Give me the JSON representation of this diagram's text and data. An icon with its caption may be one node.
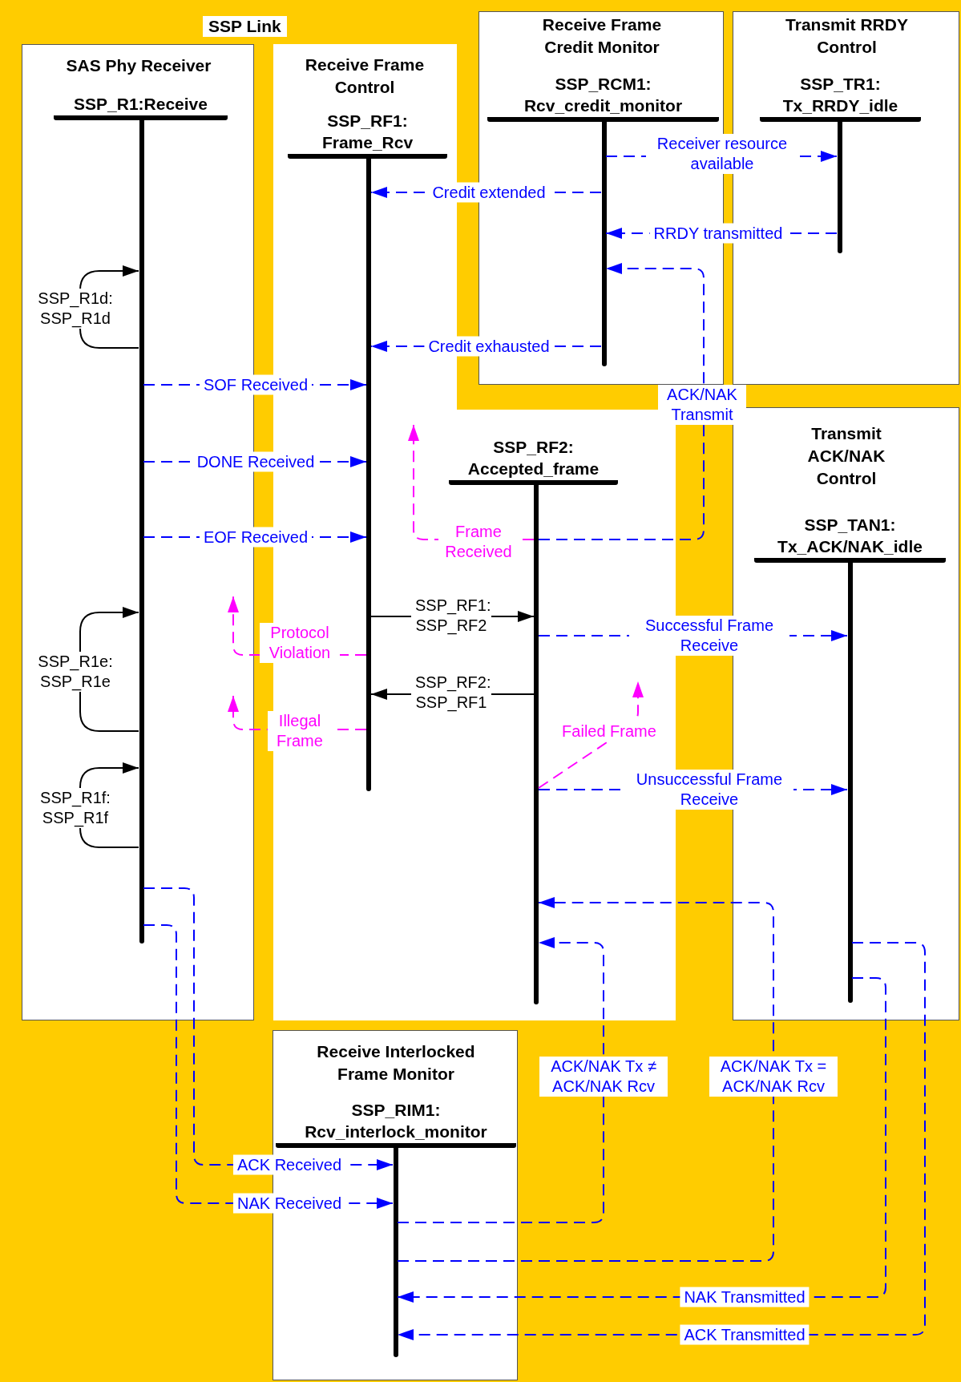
{
  "diagram": {
    "nodes": [
      {
        "text": [
          "SSP Link"
        ]
      },
      {
        "text": [
          "SAS Phy Receiver"
        ],
        "in": 0
      },
      {
        "text": [],
        "shape": "bar",
        "beside": [
          "SSP_R1:Receive"
        ],
        "in": 1
      },
      {
        "text": [
          "Receive Frame Control"
        ],
        "in": 0
      },
      {
        "text": [],
        "shape": "bar",
        "beside": [
          "SSP_RF1: Frame_Rcv"
        ],
        "in": 3
      },
      {
        "text": [],
        "shape": "bar",
        "beside": [
          "SSP_RF2: Accepted_frame"
        ],
        "in": 3
      },
      {
        "text": [
          "Receive Frame Credit Monitor"
        ],
        "in": 0
      },
      {
        "text": [],
        "shape": "bar",
        "beside": [
          "SSP_RCM1: Rcv_credit_monitor"
        ],
        "in": 6
      },
      {
        "text": [
          "Transmit RRDY Control"
        ],
        "in": 0
      },
      {
        "text": [],
        "shape": "bar",
        "beside": [
          "SSP_TR1: Tx_RRDY_idle"
        ],
        "in": 8
      },
      {
        "text": [
          "Transmit ACK/NAK Control"
        ],
        "in": 0
      },
      {
        "text": [],
        "shape": "bar",
        "beside": [
          "SSP_TAN1: Tx_ACK/NAK_idle"
        ],
        "in": 10
      },
      {
        "text": [
          "Receive Interlocked Frame Monitor"
        ],
        "in": 0
      },
      {
        "text": [],
        "shape": "bar",
        "beside": [
          "SSP_RIM1: Rcv_interlock_monitor"
        ],
        "in": 12
      }
    ],
    "edges": [
      {
        "from": 7,
        "to": 9,
        "arrow": "to",
        "label": "Receiver resource available",
        "style": "dashed"
      },
      {
        "from": 7,
        "to": 4,
        "arrow": "to",
        "label": "Credit extended",
        "style": "dashed"
      },
      {
        "from": 9,
        "to": 7,
        "arrow": "to",
        "label": "RRDY transmitted",
        "style": "dashed"
      },
      {
        "from": 5,
        "to": 7,
        "arrow": "to",
        "label": "ACK/NAK Transmit",
        "style": "dashed"
      },
      {
        "from": 7,
        "to": 4,
        "arrow": "to",
        "label": "Credit exhausted",
        "style": "dashed"
      },
      {
        "from": 2,
        "to": 4,
        "arrow": "to",
        "label": "SOF Received",
        "style": "dashed"
      },
      {
        "from": 2,
        "to": 4,
        "arrow": "to",
        "label": "DONE Received",
        "style": "dashed"
      },
      {
        "from": 2,
        "to": 4,
        "arrow": "to",
        "label": "EOF Received",
        "style": "dashed"
      },
      {
        "from": 5,
        "to": null,
        "arrow": "to",
        "label": "Frame Received",
        "style": "dashed",
        "color": "#ff00ff"
      },
      {
        "from": 2,
        "to": 2,
        "arrow": "to",
        "label": "SSP_R1d: SSP_R1d",
        "color": "#000000"
      },
      {
        "from": 2,
        "to": 2,
        "arrow": "to",
        "label": "SSP_R1e: SSP_R1e",
        "color": "#000000"
      },
      {
        "from": 2,
        "to": 2,
        "arrow": "to",
        "label": "SSP_R1f: SSP_R1f",
        "color": "#000000"
      },
      {
        "from": 4,
        "to": 5,
        "arrow": "to",
        "label": "SSP_RF1: SSP_RF2",
        "color": "#000000"
      },
      {
        "from": 5,
        "to": 4,
        "arrow": "to",
        "label": "SSP_RF2: SSP_RF1",
        "color": "#000000"
      },
      {
        "from": 4,
        "to": 1,
        "arrow": "to",
        "label": "Protocol Violation",
        "style": "dashed",
        "color": "#ff00ff"
      },
      {
        "from": 4,
        "to": 1,
        "arrow": "to",
        "label": "Illegal Frame",
        "style": "dashed",
        "color": "#ff00ff"
      },
      {
        "from": 5,
        "to": 11,
        "arrow": "to",
        "label": "Successful Frame Receive",
        "style": "dashed"
      },
      {
        "from": 5,
        "to": null,
        "arrow": "to",
        "label": "Failed Frame",
        "style": "dashed",
        "color": "#ff00ff"
      },
      {
        "from": 5,
        "to": 11,
        "arrow": "to",
        "label": "Unsuccessful Frame Receive",
        "style": "dashed"
      },
      {
        "from": 13,
        "to": 5,
        "arrow": "to",
        "label": "ACK/NAK Tx ≠ ACK/NAK Rcv",
        "style": "dashed"
      },
      {
        "from": 13,
        "to": 5,
        "arrow": "to",
        "label": "ACK/NAK Tx = ACK/NAK Rcv",
        "style": "dashed"
      },
      {
        "from": 2,
        "to": 13,
        "arrow": "to",
        "label": "ACK Received",
        "style": "dashed"
      },
      {
        "from": 2,
        "to": 13,
        "arrow": "to",
        "label": "NAK Received",
        "style": "dashed"
      },
      {
        "from": 11,
        "to": 13,
        "arrow": "to",
        "label": "NAK Transmitted",
        "style": "dashed"
      },
      {
        "from": 11,
        "to": 13,
        "arrow": "to",
        "label": "ACK Transmitted",
        "style": "dashed"
      }
    ]
  }
}
